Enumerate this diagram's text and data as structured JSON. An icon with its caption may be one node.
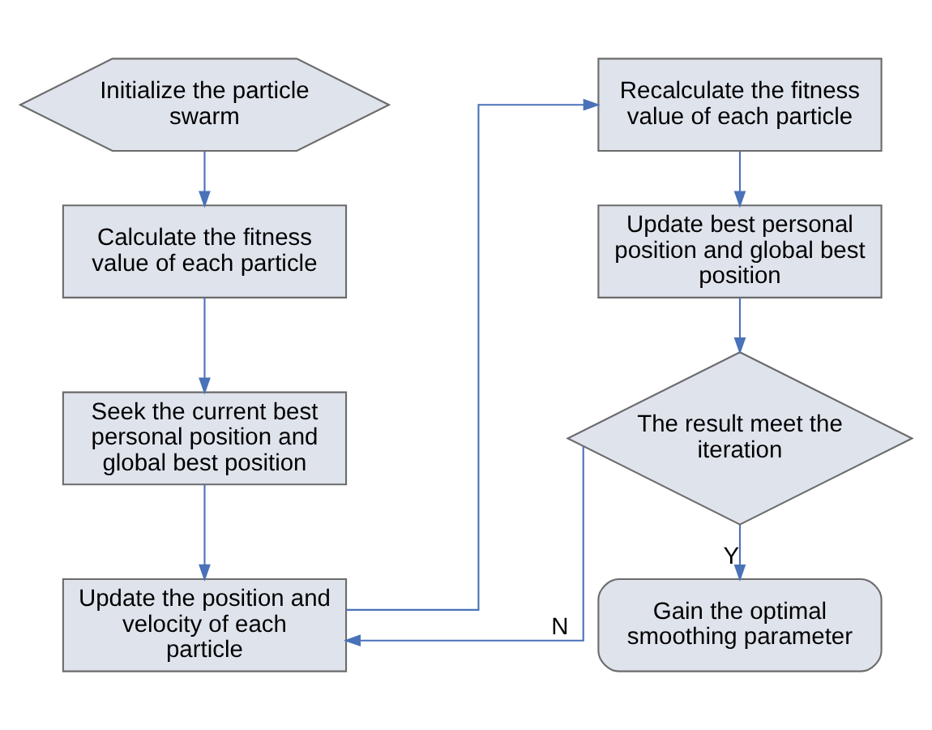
{
  "diagram": {
    "nodes": [
      {
        "text": [
          "Initialize the particle swarm"
        ]
      },
      {
        "text": [
          "Calculate the fitness value of each particle"
        ]
      },
      {
        "text": [
          "Seek the current best personal position and global best position"
        ]
      },
      {
        "text": [
          "Update the position and velocity of each particle"
        ]
      },
      {
        "text": [
          "Recalculate the fitness value of each particle"
        ]
      },
      {
        "text": [
          "Update best personal position and global best position"
        ]
      },
      {
        "text": [
          "The result meet the iteration"
        ]
      },
      {
        "text": [
          "Gain the optimal smoothing parameter"
        ]
      }
    ],
    "edges": [
      {
        "from": 0,
        "to": 1,
        "arrow": "to"
      },
      {
        "from": 1,
        "to": 2,
        "arrow": "to"
      },
      {
        "from": 2,
        "to": 3,
        "arrow": "to"
      },
      {
        "from": 3,
        "to": 4,
        "arrow": "to"
      },
      {
        "from": 4,
        "to": 5,
        "arrow": "to"
      },
      {
        "from": 5,
        "to": 6,
        "arrow": "to"
      },
      {
        "from": 6,
        "to": 7,
        "arrow": "to",
        "label": "Y"
      },
      {
        "from": 6,
        "to": 3,
        "arrow": "to",
        "label": "N"
      }
    ]
  }
}
